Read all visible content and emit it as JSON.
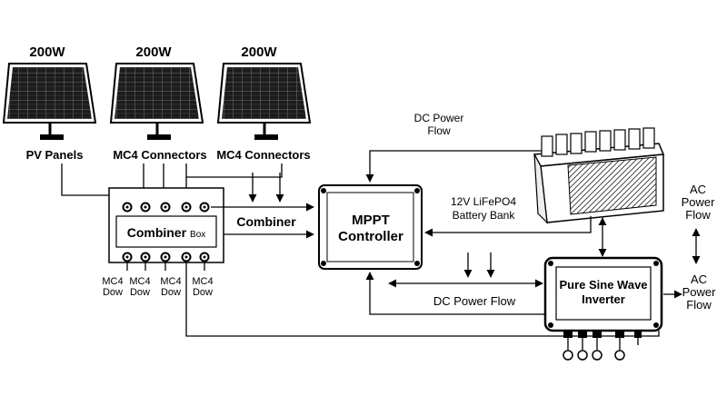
{
  "panels": {
    "wattage": [
      "200W",
      "200W",
      "200W"
    ],
    "labels": [
      "PV Panels",
      "MC4 Connectors",
      "MC4 Connectors"
    ]
  },
  "combiner": {
    "title": "Combiner",
    "title_small": "Box",
    "side_label": "Combiner",
    "mc4_labels": [
      {
        "line1": "MC4",
        "line2": "Dow"
      },
      {
        "line1": "MC4",
        "line2": "Dow"
      },
      {
        "line1": "MC4",
        "line2": "Dow"
      },
      {
        "line1": "MC4",
        "line2": "Dow"
      }
    ]
  },
  "mppt": {
    "line1": "MPPT",
    "line2": "Controller"
  },
  "battery": {
    "line1": "12V LiFePO4",
    "line2": "Battery Bank"
  },
  "inverter": {
    "line1": "Pure Sine Wave",
    "line2": "Inverter"
  },
  "flows": {
    "dc_top": {
      "line1": "DC Power",
      "line2": "Flow"
    },
    "dc_bottom": "DC Power Flow",
    "ac_top": {
      "line1": "AC",
      "line2": "Power",
      "line3": "Flow"
    },
    "ac_bottom": {
      "line1": "AC",
      "line2": "Power",
      "line3": "Flow"
    }
  }
}
